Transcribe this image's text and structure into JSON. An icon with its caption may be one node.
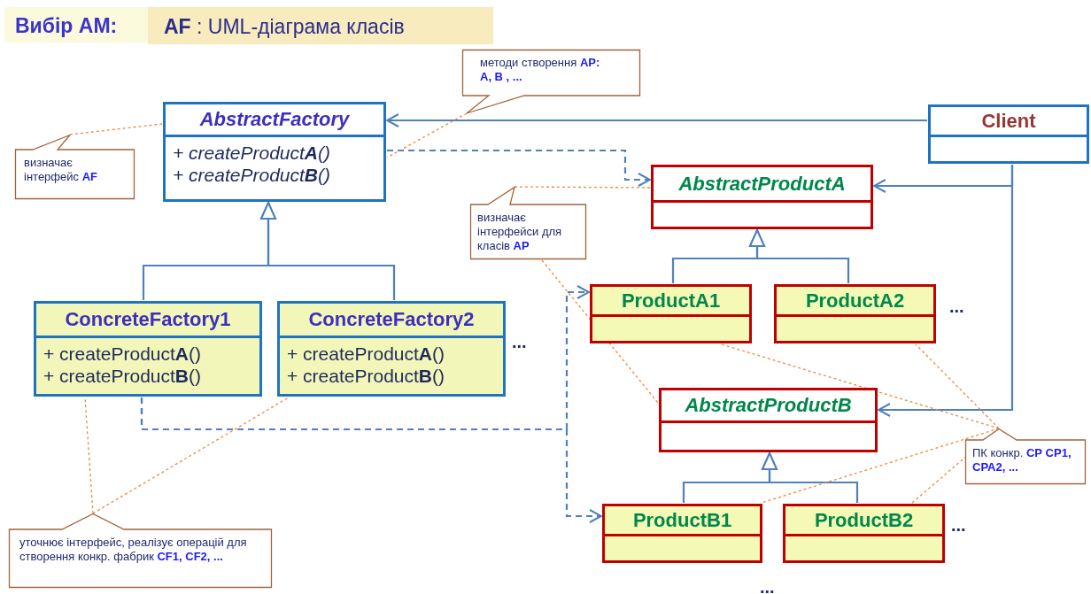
{
  "diagram": {
    "title": "Вибір АМ:",
    "nodes": [
      {
        "text": [
          "AbstractFactory",
          "+ createProduct**A**()",
          "+ createProduct**B**()"
        ]
      },
      {
        "text": [
          "ConcreteFactory1",
          "+ createProduct**A**()",
          "+ createProduct**B**()"
        ]
      },
      {
        "text": [
          "ConcreteFactory2",
          "+ createProduct**A**()",
          "+ createProduct**B**()"
        ]
      },
      {
        "text": [
          "Client"
        ]
      },
      {
        "text": [
          "AbstractProductA"
        ]
      },
      {
        "text": [
          "ProductA1"
        ]
      },
      {
        "text": [
          "ProductA2"
        ]
      },
      {
        "text": [
          "AbstractProductB"
        ]
      },
      {
        "text": [
          "ProductB1"
        ]
      },
      {
        "text": [
          "ProductB2"
        ]
      },
      {
        "text": [
          "визначає інтерфейс **AF**"
        ]
      },
      {
        "text": [
          "методи створення **AP: A, B , ...**"
        ]
      },
      {
        "text": [
          "визначає інтерфейси для класів **AP**"
        ]
      },
      {
        "text": [
          "уточнює інтерфейс, реалізує операцій для створення конкр. фабрик **CF1, CF2, ...**"
        ]
      },
      {
        "text": [
          "ПК конкр. **CP** **CP1, CPA2, ...**"
        ]
      }
    ],
    "edges": [
      {
        "from": 3,
        "to": 0,
        "arrow": "to"
      },
      {
        "from": 3,
        "to": 4,
        "arrow": "to"
      },
      {
        "from": 3,
        "to": 7,
        "arrow": "to"
      },
      {
        "from": 1,
        "to": 0,
        "arrow": "to"
      },
      {
        "from": 2,
        "to": 0,
        "arrow": "to"
      },
      {
        "from": 5,
        "to": 4,
        "arrow": "to"
      },
      {
        "from": 6,
        "to": 4,
        "arrow": "to"
      },
      {
        "from": 8,
        "to": 7,
        "arrow": "to"
      },
      {
        "from": 9,
        "to": 7,
        "arrow": "to"
      },
      {
        "from": 0,
        "to": 4,
        "arrow": "to",
        "style": "dashed"
      },
      {
        "from": 1,
        "to": 5,
        "arrow": "to",
        "style": "dashed"
      },
      {
        "from": 1,
        "to": 8,
        "arrow": "to",
        "style": "dashed"
      },
      {
        "from": 10,
        "to": 0,
        "arrow": "none",
        "style": "dashed",
        "color": "#f0883a"
      },
      {
        "from": 11,
        "to": 0,
        "arrow": "none",
        "style": "dashed",
        "color": "#f0883a"
      },
      {
        "from": 12,
        "to": 4,
        "arrow": "none",
        "style": "dashed",
        "color": "#f0883a"
      },
      {
        "from": 12,
        "to": 7,
        "arrow": "none",
        "style": "dashed",
        "color": "#f0883a"
      },
      {
        "from": 13,
        "to": 1,
        "arrow": "none",
        "style": "dashed",
        "color": "#f0883a"
      },
      {
        "from": 13,
        "to": 2,
        "arrow": "none",
        "style": "dashed",
        "color": "#f0883a"
      },
      {
        "from": 14,
        "to": 5,
        "arrow": "none",
        "style": "dashed",
        "color": "#f0883a"
      },
      {
        "from": 14,
        "to": 6,
        "arrow": "none",
        "style": "dashed",
        "color": "#f0883a"
      },
      {
        "from": 14,
        "to": 8,
        "arrow": "none",
        "style": "dashed",
        "color": "#f0883a"
      },
      {
        "from": 14,
        "to": 9,
        "arrow": "none",
        "style": "dashed",
        "color": "#f0883a"
      }
    ],
    "labels": [
      "**AF** :  UML-діаграма класів",
      "...",
      "...",
      "...",
      "..."
    ]
  }
}
